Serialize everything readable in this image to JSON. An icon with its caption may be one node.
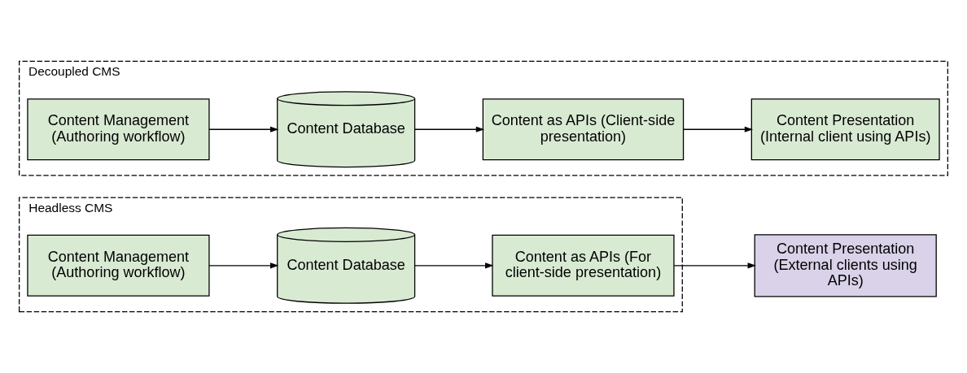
{
  "diagram": {
    "nodes": [
      {
        "text": [
          "Headless CMS"
        ]
      },
      {
        "text": [
          "Content Management (Authoring workflow)"
        ],
        "in": 0
      },
      {
        "text": [
          "Content Database"
        ],
        "in": 0
      },
      {
        "text": [
          "Content as APIs (For client-side presentation)"
        ],
        "in": 0
      },
      {
        "text": [
          "Content Presentation (External clients using APIs)"
        ]
      },
      {
        "text": [
          "Decoupled CMS"
        ]
      },
      {
        "text": [
          "Content Management (Authoring workflow)"
        ],
        "in": 5
      },
      {
        "text": [
          "Content Database"
        ],
        "in": 5
      },
      {
        "text": [
          "Content as APIs (Client-side presentation)"
        ],
        "in": 5
      },
      {
        "text": [
          "Content Presentation (Internal client using APIs)"
        ],
        "in": 5
      }
    ],
    "edges": [
      {
        "from": 1,
        "to": 2,
        "arrow": "to"
      },
      {
        "from": 2,
        "to": 3,
        "arrow": "to"
      },
      {
        "from": 3,
        "to": 4,
        "arrow": "to"
      },
      {
        "from": 6,
        "to": 7,
        "arrow": "to"
      },
      {
        "from": 7,
        "to": 8,
        "arrow": "to"
      },
      {
        "from": 8,
        "to": 9,
        "arrow": "to"
      }
    ]
  }
}
